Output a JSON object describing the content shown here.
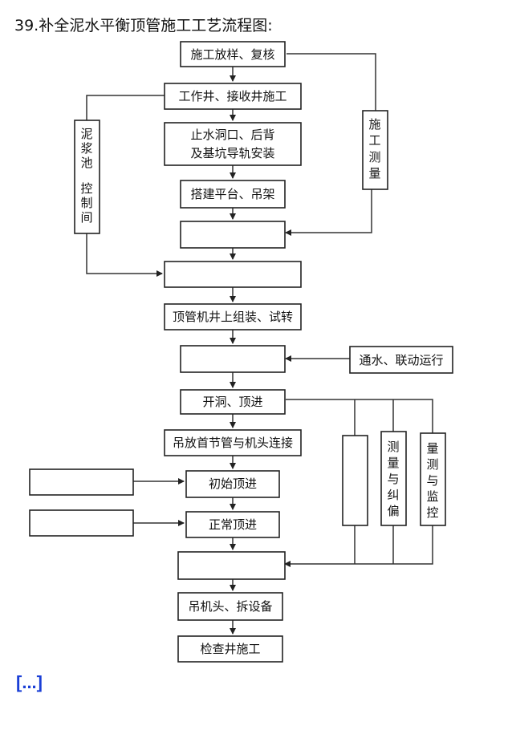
{
  "title": "39.补全泥水平衡顶管施工工艺流程图:",
  "more_link": "[...]",
  "flow": {
    "step1": "施工放样、复核",
    "step2": "工作井、接收井施工",
    "step3_line1": "止水洞口、后背",
    "step3_line2": "及基坑导轨安装",
    "step4": "搭建平台、吊架",
    "step5": "",
    "step6": "",
    "step7": "顶管机井上组装、试转",
    "step8": "",
    "step9": "开洞、顶进",
    "step10": "吊放首节管与机头连接",
    "step11": "初始顶进",
    "step12": "正常顶进",
    "step13": "",
    "step14": "吊机头、拆设备",
    "step15": "检查井施工"
  },
  "side": {
    "mud_pool": [
      "泥",
      "浆",
      "池",
      "",
      "控",
      "制",
      "间"
    ],
    "survey": [
      "施",
      "工",
      "测",
      "量"
    ],
    "water": "通水、联动运行",
    "left_blank_a": "",
    "left_blank_b": "",
    "right_blank": "",
    "measure_correct": [
      "测",
      "量",
      "与",
      "纠",
      "偏"
    ],
    "monitor": [
      "量",
      "测",
      "与",
      "监",
      "控"
    ]
  }
}
